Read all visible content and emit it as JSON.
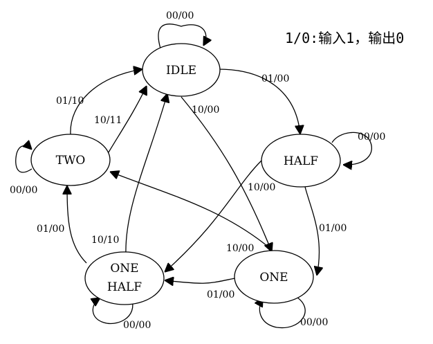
{
  "legend": "1/0:输入1，输出0",
  "states": {
    "idle": "IDLE",
    "half": "HALF",
    "one": "ONE",
    "one_half_line1": "ONE",
    "one_half_line2": "HALF",
    "two": "TWO"
  },
  "edges": {
    "idle_self": "00/00",
    "idle_to_half": "01/00",
    "idle_to_one": "10/00",
    "half_self": "00/00",
    "half_to_one": "01/00",
    "half_to_one_half": "10/00",
    "one_self": "00/00",
    "one_to_one_half": "01/00",
    "one_to_two": "10/00",
    "one_half_self": "00/00",
    "one_half_to_two": "01/00",
    "one_half_to_idle": "10/10",
    "two_self": "00/00",
    "two_to_idle_01": "01/10",
    "two_to_idle_10": "10/11"
  }
}
